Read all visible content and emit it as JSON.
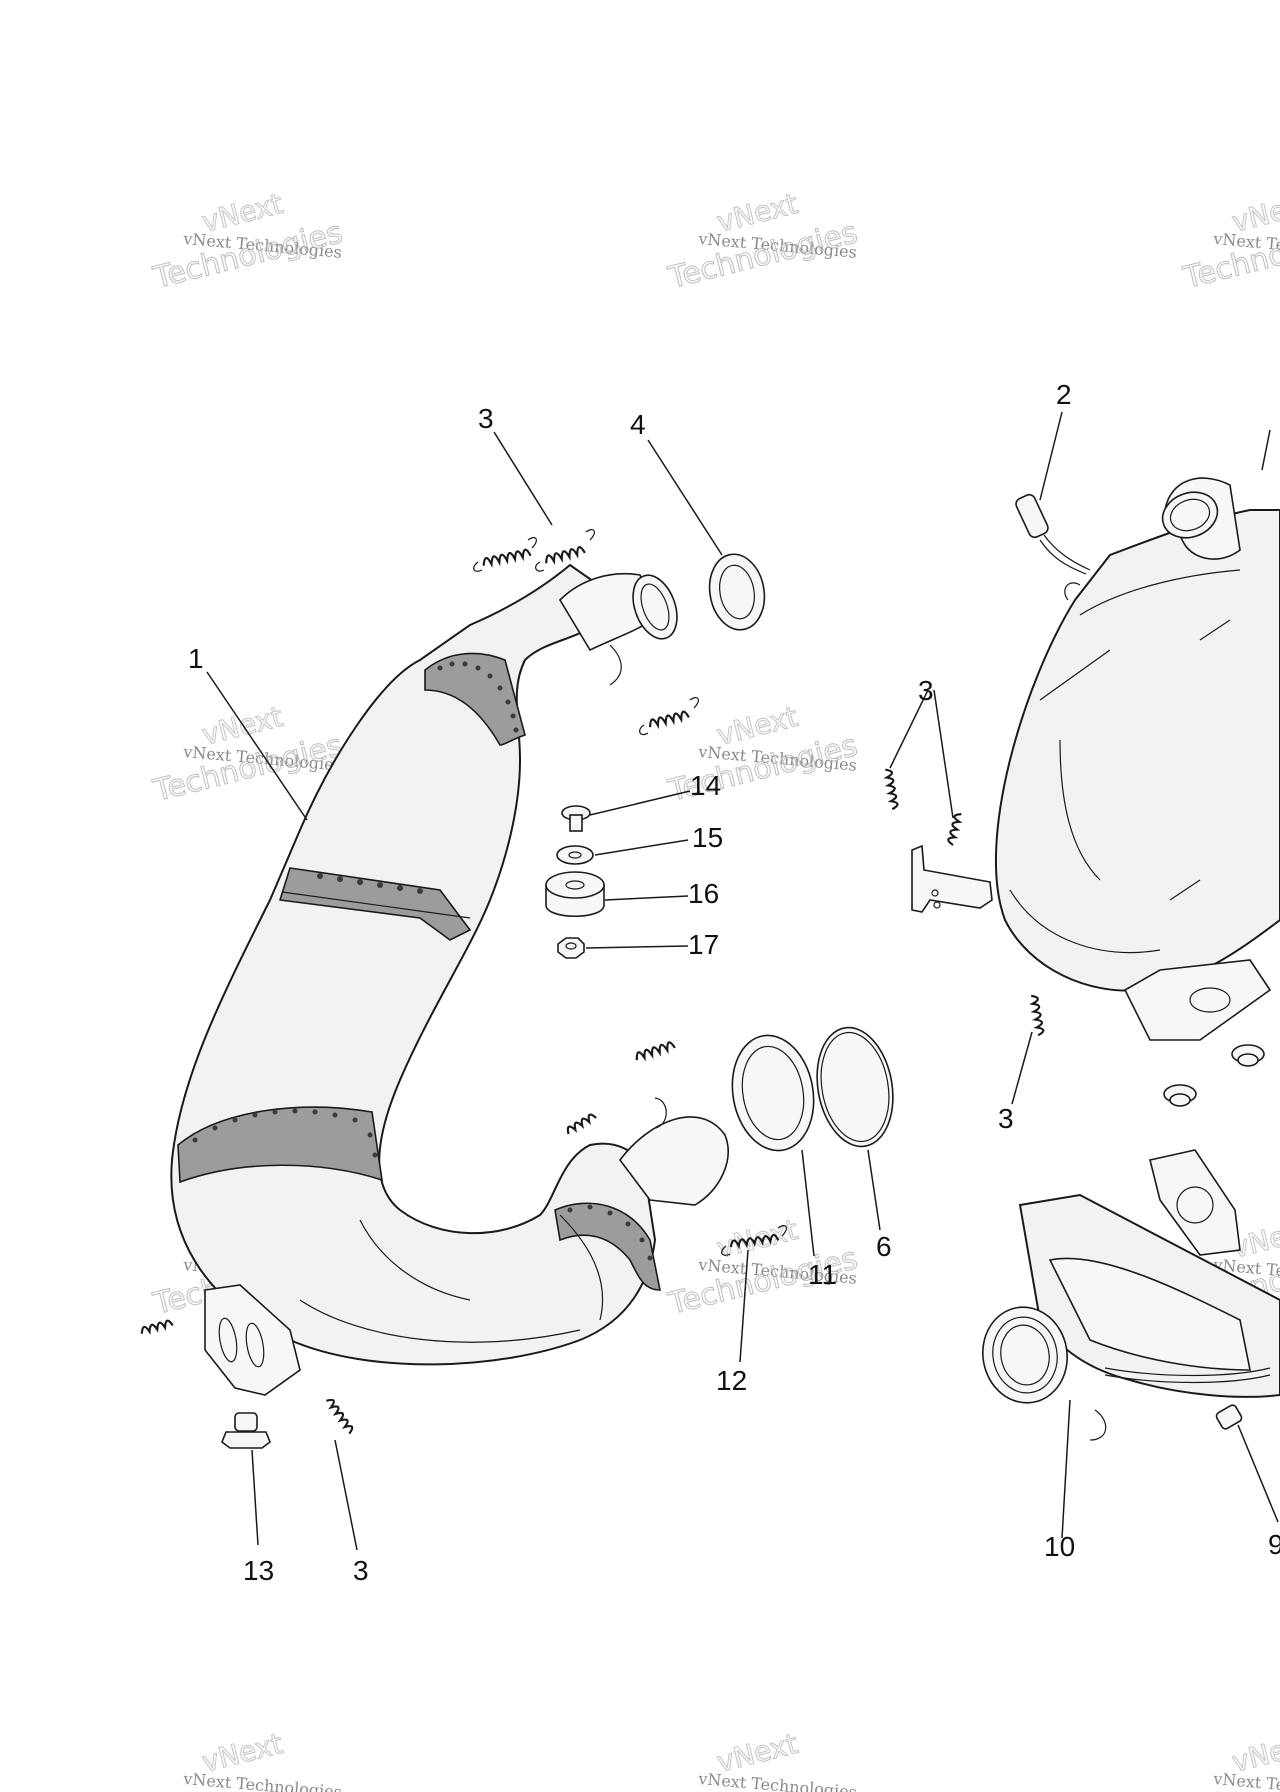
{
  "watermark": {
    "line1": "vNext",
    "line2": "vNext Technologies",
    "line3": "Technologies"
  },
  "callouts": {
    "c1": "1",
    "c2": "2",
    "c3_top": "3",
    "c3_mid": "3",
    "c3_right": "3",
    "c3_bottom": "3",
    "c4": "4",
    "c6": "6",
    "c9": "9",
    "c10": "10",
    "c11": "11",
    "c12": "12",
    "c13": "13",
    "c14": "14",
    "c15": "15",
    "c16": "16",
    "c17": "17"
  }
}
